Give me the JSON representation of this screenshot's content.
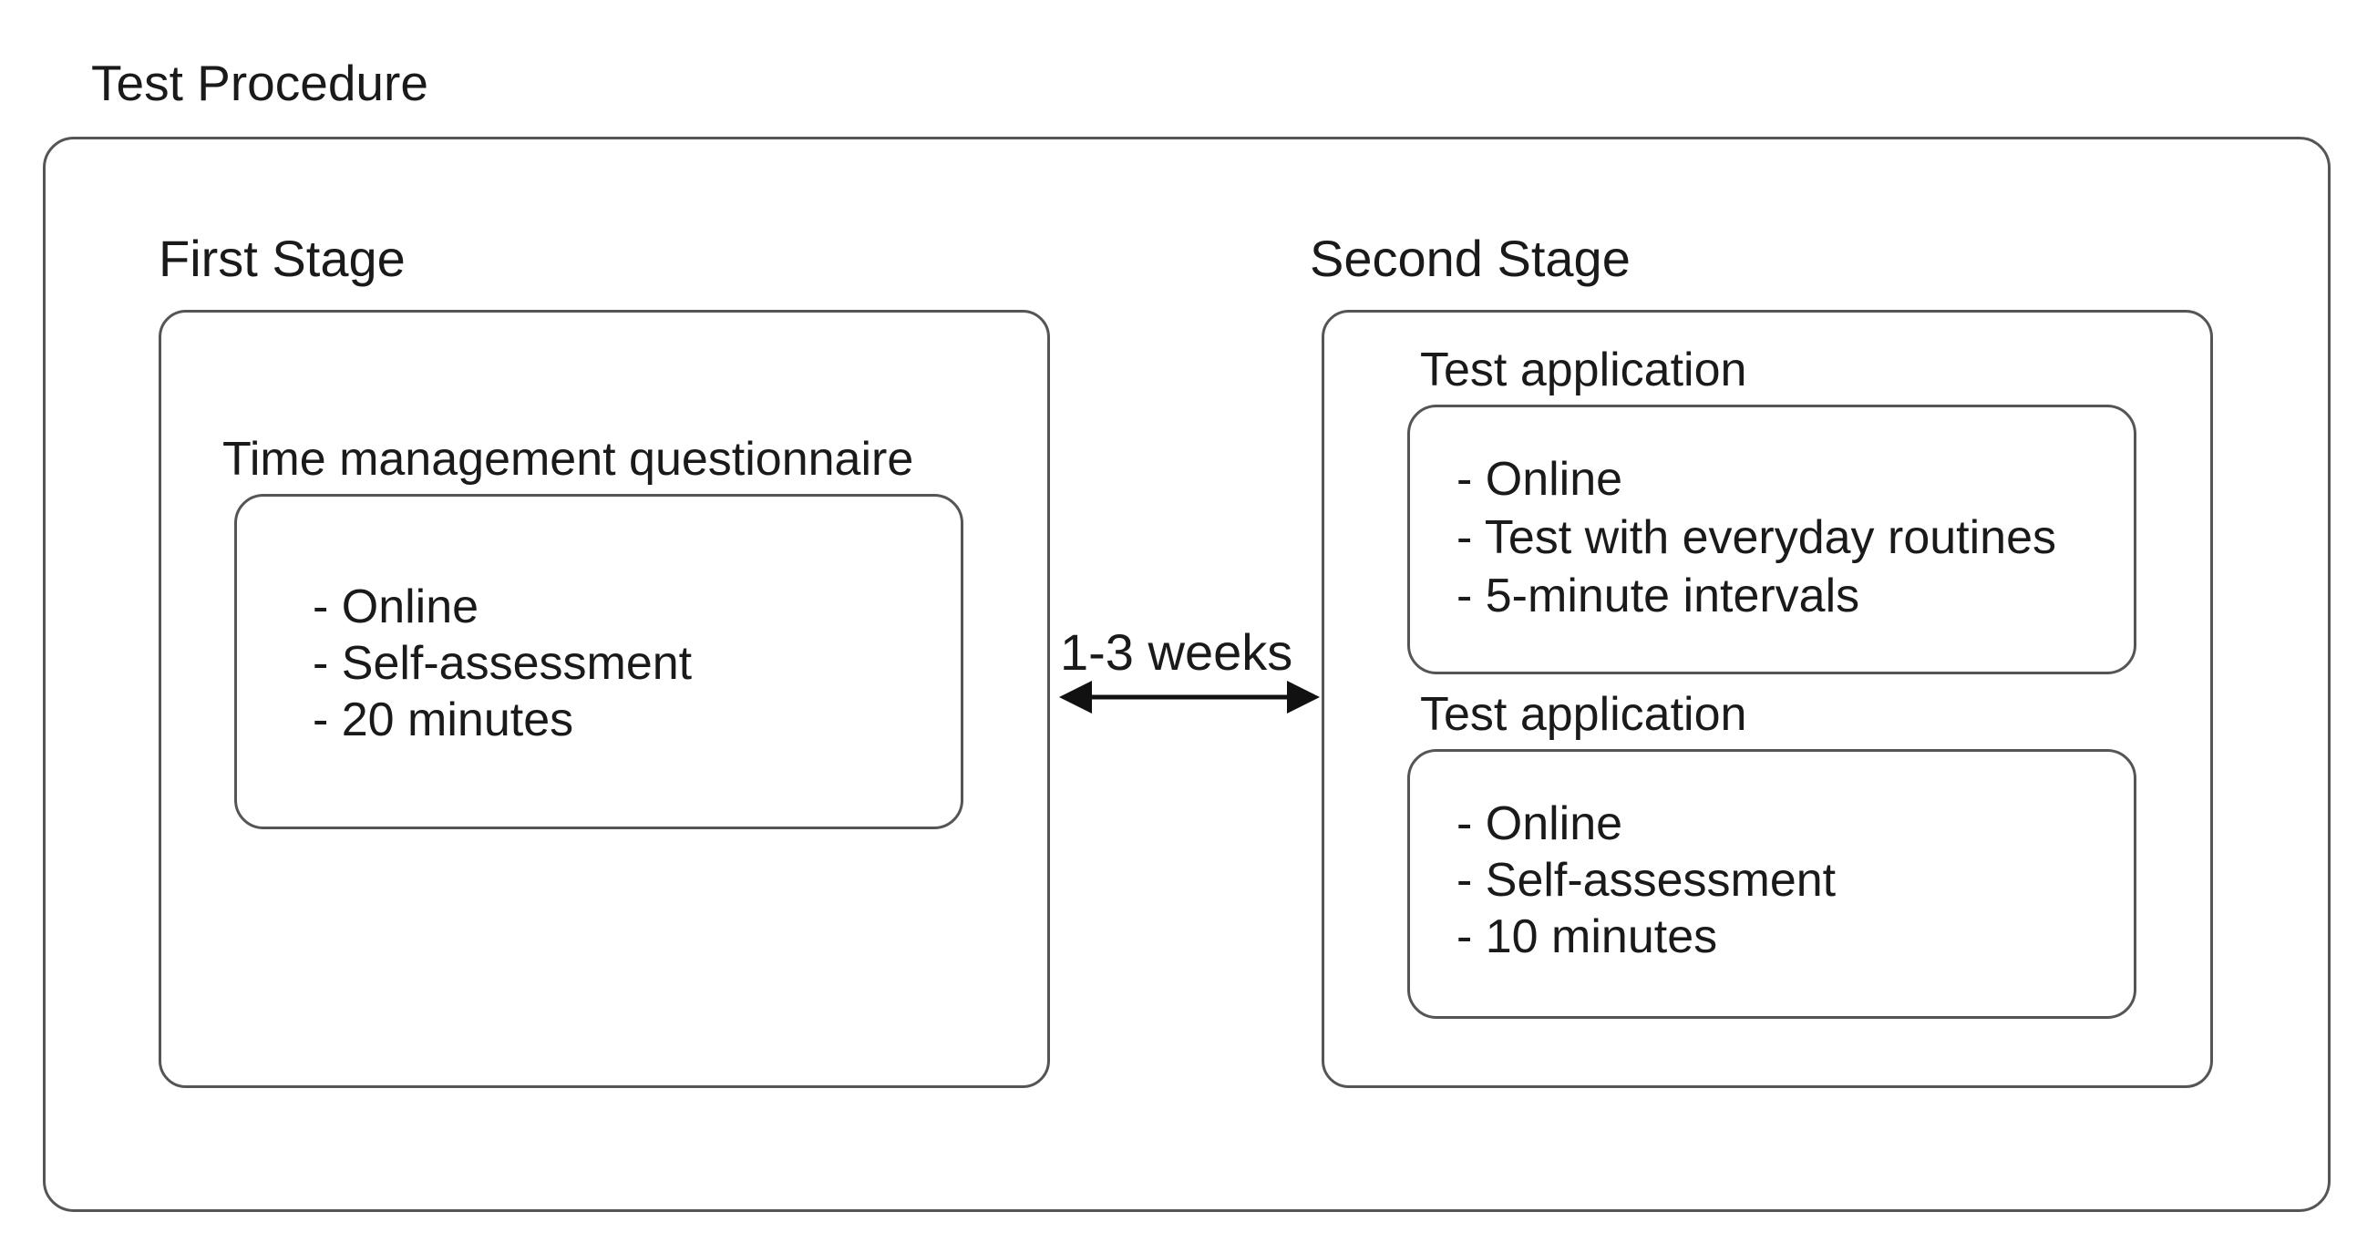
{
  "title": "Test Procedure",
  "first_stage": {
    "title": "First Stage",
    "questionnaire": {
      "title": "Time management questionnaire",
      "items": [
        "Online",
        "Self-assessment",
        "20 minutes"
      ]
    }
  },
  "interval": {
    "label": "1-3 weeks"
  },
  "second_stage": {
    "title": "Second Stage",
    "application_1": {
      "title": "Test application",
      "items": [
        "Online",
        "Test with everyday  routines",
        "5-minute intervals"
      ]
    },
    "application_2": {
      "title": "Test application",
      "items": [
        "Online",
        "Self-assessment",
        "10 minutes"
      ]
    }
  },
  "colors": {
    "border": "#555555",
    "text": "#1a1a1a",
    "background": "#ffffff"
  }
}
